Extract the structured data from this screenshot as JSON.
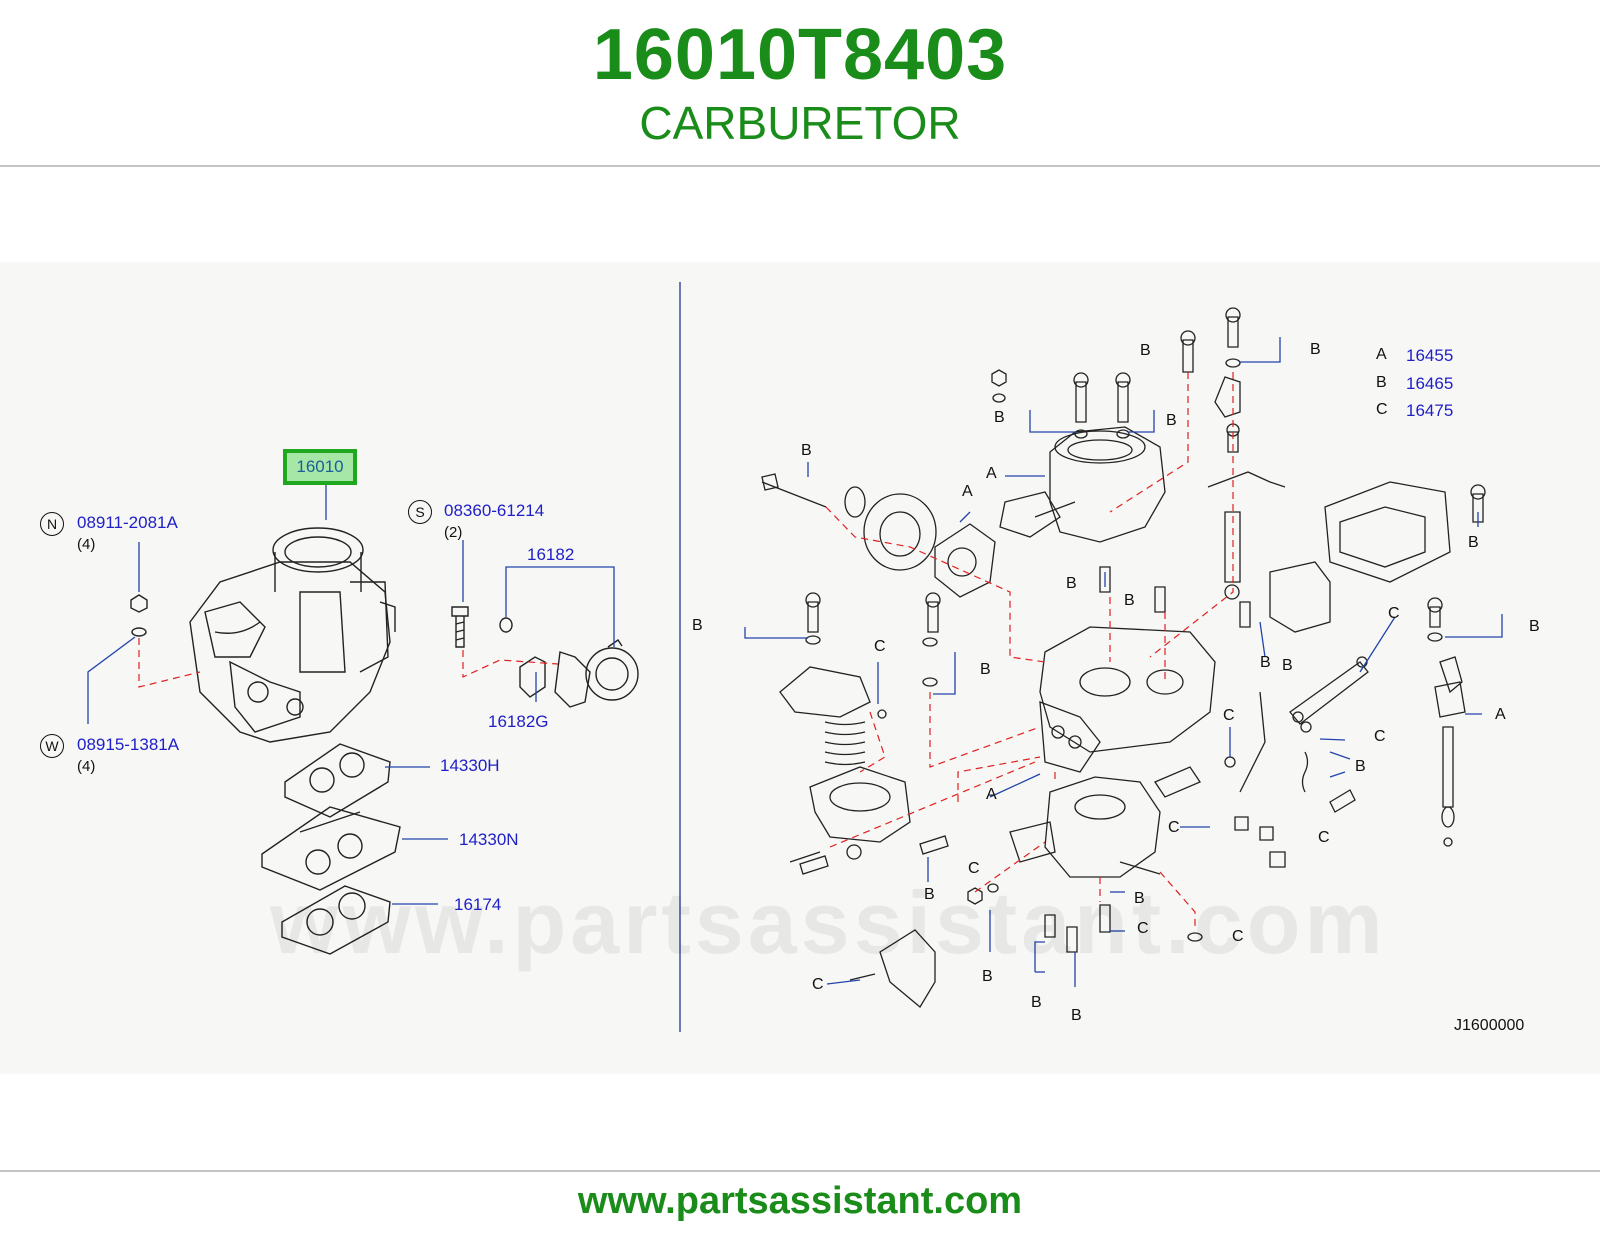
{
  "header": {
    "part_number": "16010T8403",
    "part_name": "CARBURETOR"
  },
  "left_panel": {
    "selected_callout": "16010",
    "callouts": {
      "nut": {
        "code": "N",
        "part": "08911-2081A",
        "qty": "(4)"
      },
      "washer": {
        "code": "W",
        "part": "08915-1381A",
        "qty": "(4)"
      },
      "screw": {
        "code": "S",
        "part": "08360-61214",
        "qty": "(2)"
      },
      "dashpot": "16182",
      "dashpot_bracket": "16182G",
      "gasket_h": "14330H",
      "gasket_n": "14330N",
      "insulator": "16174"
    }
  },
  "right_panel": {
    "legend": [
      {
        "key": "A",
        "part": "16455"
      },
      {
        "key": "B",
        "part": "16465"
      },
      {
        "key": "C",
        "part": "16475"
      }
    ],
    "diagram_code": "J1600000"
  },
  "watermark": "www.partsassistant.com",
  "footer": {
    "url": "www.partsassistant.com"
  }
}
